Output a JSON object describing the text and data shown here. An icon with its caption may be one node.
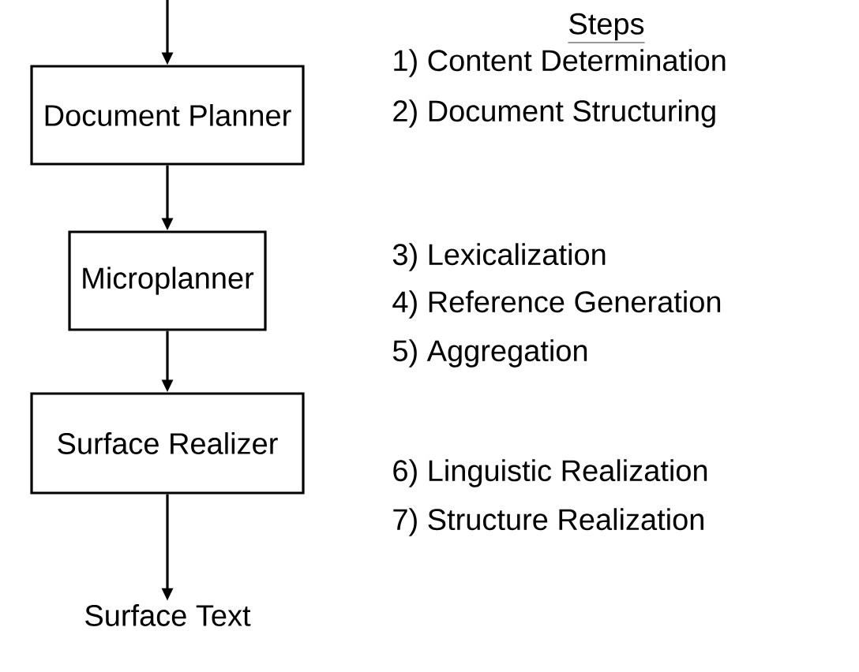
{
  "diagram": {
    "nodes": [
      {
        "text": [
          "Document Planner"
        ]
      },
      {
        "text": [
          "Microplanner"
        ]
      },
      {
        "text": [
          "Surface Realizer"
        ]
      },
      {
        "text": [
          "Surface Text"
        ]
      }
    ],
    "edges": [
      {
        "from": null,
        "to": 0,
        "arrow": "to"
      },
      {
        "from": 0,
        "to": 1,
        "arrow": "to"
      },
      {
        "from": 1,
        "to": 2,
        "arrow": "to"
      },
      {
        "from": 2,
        "to": 3,
        "arrow": "to"
      }
    ],
    "labels": [
      "Steps",
      "1) Content Determination",
      "2) Document Structuring",
      "3) Lexicalization",
      "4) Reference Generation",
      "5) Aggregation",
      "6) Linguistic Realization",
      "7) Structure Realization"
    ]
  }
}
